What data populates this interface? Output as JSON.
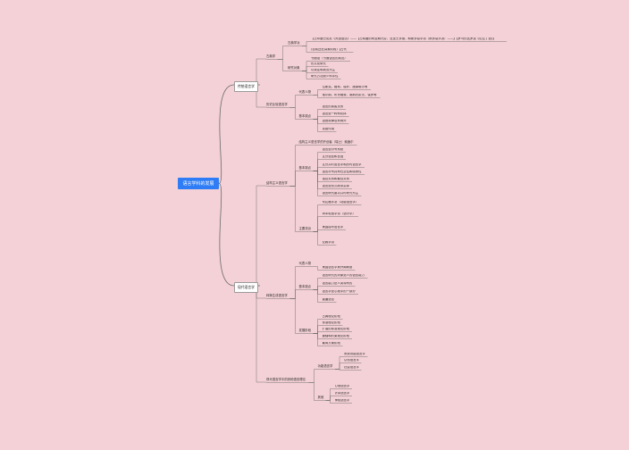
{
  "root": "语言学科的发展",
  "branches": [
    {
      "label": "传统语言学",
      "groups": [
        {
          "label": "古典学",
          "children": [
            {
              "label": "古典学派",
              "children": [
                "【古印度巴尼尼《梵语语法》——【古希腊的阿里斯托芬、亚里士多德，和斯多葛学派（斯多葛学派）——】【罗马的瓦罗及《论拉丁语》】",
                "(目前还在探索阶段)【古代"
              ]
            },
            {
              "label": "研究对象",
              "children": [
                "书面语（书面语言的规范）",
                "形式化研究",
                "以规定和规范为主",
                "研究方法缺少科学性"
              ]
            }
          ]
        },
        {
          "label": "历史比较语言学",
          "children": [
            {
              "label": "代表人物",
              "children": [
                "拉斯克、格林、葆朴、施莱歇尔等",
                "维尔纳、布鲁格曼、奥斯托霍夫、保罗等"
              ]
            },
            {
              "label": "基本观点",
              "children": [
                "语言的亲属关系",
                "语言是一种有机体",
                "语音规律没有例外",
                "类推作用"
              ]
            }
          ]
        }
      ]
    },
    {
      "label": "现代语言学",
      "groups": [
        {
          "label": "结构主义语言学",
          "children": [
            {
              "label": "结构主义语言学的开创者（瑞士）索绪尔",
              "children": []
            },
            {
              "label": "基本观点",
              "children": [
                "语言是符号系统",
                "区分语言和言语",
                "区分共时语言学和历时语言学",
                "语言符号具有任意性和线条性",
                "组合关系和聚合关系",
                "语言是形式而非实体",
                "语言研究要以共时研究为主"
              ]
            },
            {
              "label": "主要流派",
              "children": [
                "布拉格学派（功能语言学）",
                "哥本哈根学派（语符学）",
                "美国描写语言学",
                "伦敦学派"
              ]
            }
          ]
        },
        {
          "label": "转换生成语言学",
          "children": [
            {
              "label": "代表人物",
              "children": [
                "美国语言学家乔姆斯基"
              ]
            },
            {
              "label": "基本观点",
              "children": [
                "语言研究的对象是人的语言能力",
                "语言能力是人类特有的",
                "语言学是心理学的一部分",
                "普遍语法"
              ]
            },
            {
              "label": "发展阶段",
              "children": [
                "古典理论阶段",
                "标准理论阶段",
                "扩展的标准理论阶段",
                "管辖和约束理论阶段",
                "最简方案阶段"
              ]
            }
          ]
        },
        {
          "label": "现代语言学中的其他语言理论",
          "children": [
            {
              "label": "功能语言学",
              "children": [
                "系统功能语言学",
                "认知语言学",
                "社会语言学"
              ]
            },
            {
              "label": "其他",
              "children": [
                "心理语言学",
                "计算语言学",
                "神经语言学"
              ]
            }
          ]
        }
      ]
    }
  ]
}
